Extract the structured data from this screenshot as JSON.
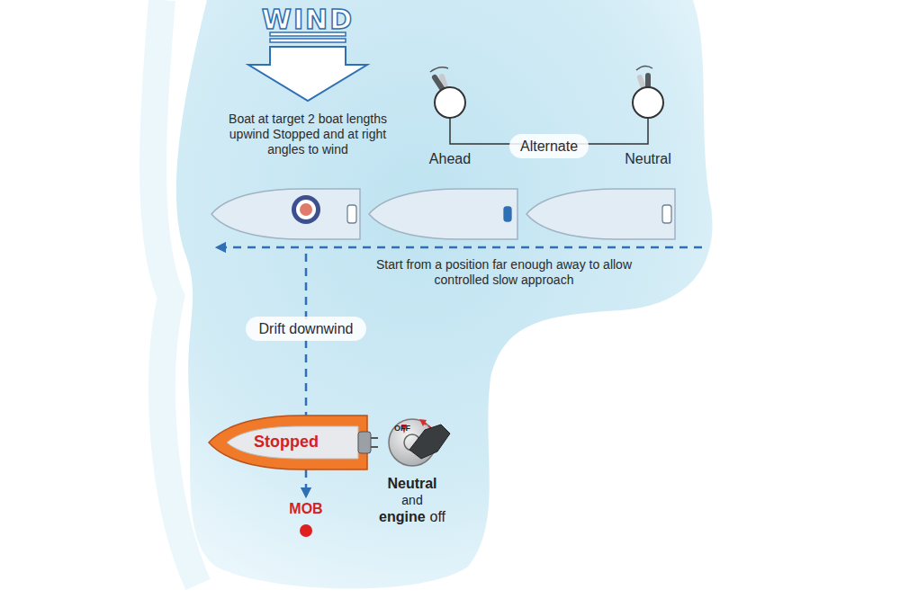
{
  "diagram": {
    "labels": [
      "WIND",
      "Boat at target 2 boat lengths upwind Stopped and at right angles to wind",
      "Ahead",
      "Alternate",
      "Neutral",
      "Start from a position far enough away to allow controlled slow approach",
      "Drift downwind",
      "Stopped",
      "OFF",
      "Neutral",
      "and",
      "engine",
      "off",
      "MOB"
    ]
  }
}
